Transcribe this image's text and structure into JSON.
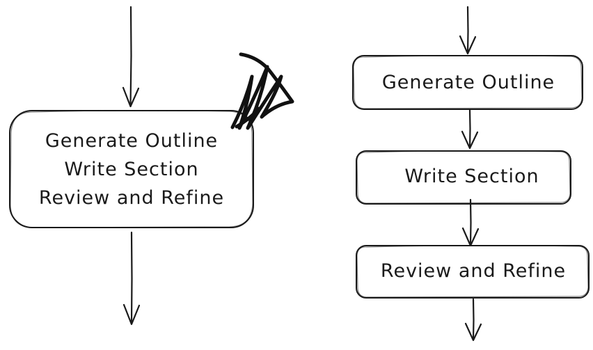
{
  "combined_node": {
    "lines": [
      "Generate Outline",
      "Write Section",
      "Review and Refine"
    ]
  },
  "split_nodes": [
    {
      "label": "Generate Outline"
    },
    {
      "label": "Write Section"
    },
    {
      "label": "Review and Refine"
    }
  ]
}
